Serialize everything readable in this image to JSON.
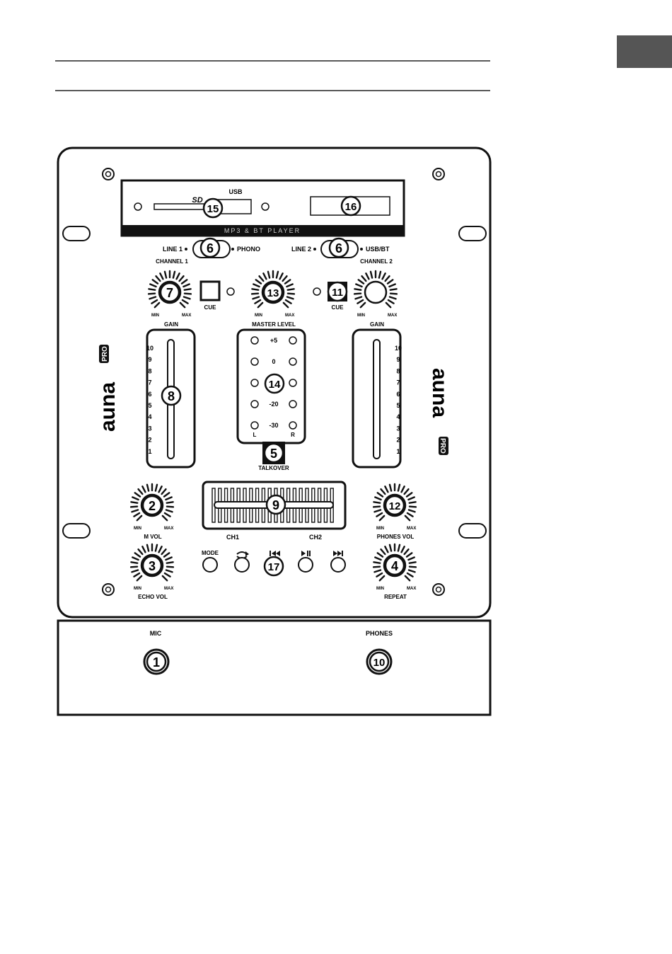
{
  "labels": {
    "usb": "USB",
    "sd": "SD",
    "player_strip": "MP3 & BT PLAYER",
    "line1": "LINE 1",
    "phono": "PHONO",
    "line2": "LINE 2",
    "usbbt": "USB/BT",
    "channel1": "CHANNEL 1",
    "channel2": "CHANNEL 2",
    "cue": "CUE",
    "min": "MIN",
    "max": "MAX",
    "gain": "GAIN",
    "master_level": "MASTER LEVEL",
    "talkover": "TALKOVER",
    "ch1": "CH1",
    "ch2": "CH2",
    "m_vol": "M VOL",
    "phones_vol": "PHONES VOL",
    "echo_vol": "ECHO VOL",
    "repeat": "REPEAT",
    "mode": "MODE",
    "mic": "MIC",
    "phones": "PHONES",
    "brand": "auna",
    "brand_sub": "PRO"
  },
  "fader_scale": [
    "10",
    "9",
    "8",
    "7",
    "6",
    "5",
    "4",
    "3",
    "2",
    "1"
  ],
  "meter_scale": [
    "+5",
    "0",
    "",
    "-20",
    "-30"
  ],
  "meter_lr": [
    "L",
    "R"
  ],
  "player_buttons": [
    "MODE",
    "repeat-icon",
    "prev-icon",
    "play-pause-icon",
    "next-icon"
  ],
  "callouts": {
    "c1": "1",
    "c2": "2",
    "c3": "3",
    "c4": "4",
    "c5": "5",
    "c6a": "6",
    "c6b": "6",
    "c7": "7",
    "c8": "8",
    "c9": "9",
    "c10": "10",
    "c11": "11",
    "c12": "12",
    "c13": "13",
    "c14": "14",
    "c15": "15",
    "c16": "16",
    "c17": "17"
  }
}
